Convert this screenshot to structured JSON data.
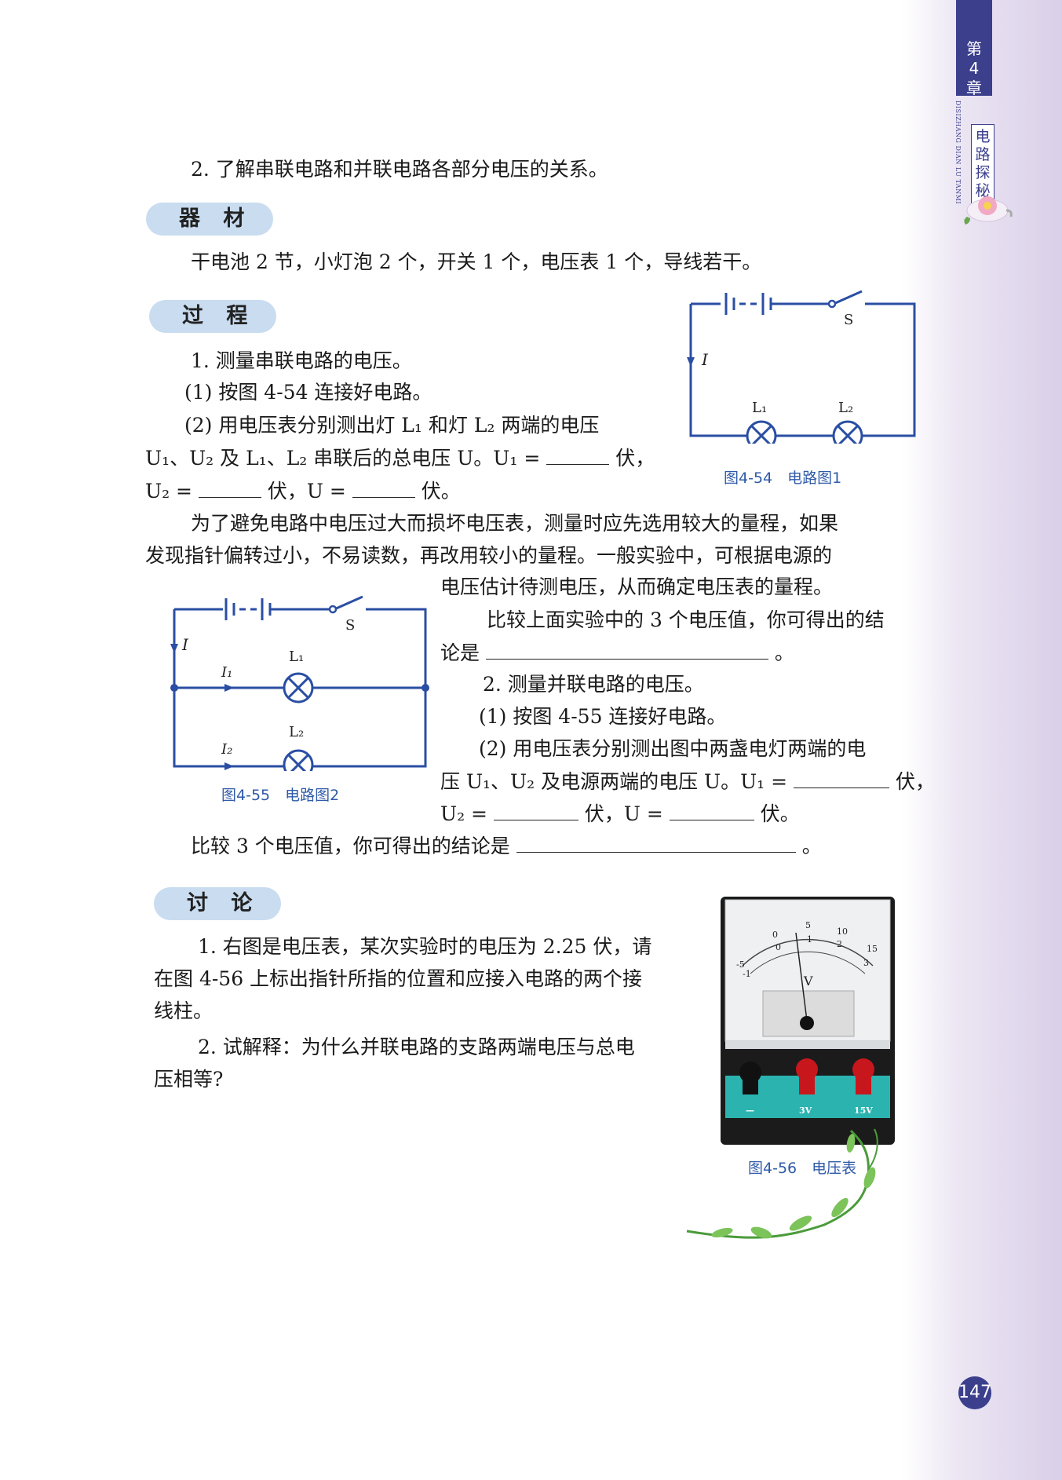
{
  "side": {
    "chapter": [
      "第",
      "4",
      "章"
    ],
    "title": [
      "电",
      "路",
      "探",
      "秘"
    ],
    "pinyin": "DISIZHANG DIAN LU TANMI",
    "page_number": "147"
  },
  "objective2": "2. 了解串联电路和并联电路各部分电压的关系。",
  "sections": {
    "equipment": "器 材",
    "process": "过 程",
    "discussion": "讨 论"
  },
  "equipment_text": "干电池 2 节，小灯泡 2 个，开关 1 个，电压表 1 个，导线若干。",
  "series": {
    "heading": "1. 测量串联电路的电压。",
    "step1": "(1) 按图 4-54 连接好电路。",
    "step2_line1": "(2) 用电压表分别测出灯 L₁ 和灯 L₂ 两端的电压",
    "step2_line2_a": "U₁、U₂ 及 L₁、L₂ 串联后的总电压 U。U₁ =",
    "unit": "伏，",
    "step2_line3_a": "U₂ =",
    "step2_line3_b": "伏，U =",
    "unit_end": "伏。"
  },
  "advice": {
    "line1": "为了避免电路中电压过大而损坏电压表，测量时应先选用较大的量程，如果",
    "line2": "发现指针偏转过小，不易读数，再改用较小的量程。一般实验中，可根据电源的",
    "line3": "电压估计待测电压，从而确定电压表的量程。"
  },
  "compare_series": {
    "line1": "比较上面实验中的 3 个电压值，你可得出的结",
    "line2_a": "论是",
    "line2_b": "。"
  },
  "parallel": {
    "heading": "2. 测量并联电路的电压。",
    "step1": "(1) 按图 4-55 连接好电路。",
    "step2_line1": "(2) 用电压表分别测出图中两盏电灯两端的电",
    "step2_line2_a": "压 U₁、U₂ 及电源两端的电压 U。U₁ =",
    "step2_line2_b": "伏，",
    "step2_line3_a": "U₂ =",
    "step2_line3_b": "伏，U =",
    "step2_line3_c": "伏。"
  },
  "compare_parallel": {
    "text_a": "比较 3 个电压值，你可得出的结论是",
    "text_b": "。"
  },
  "discussion": {
    "q1_line1": "1. 右图是电压表，某次实验时的电压为 2.25 伏，请",
    "q1_line2": "在图 4-56 上标出指针所指的位置和应接入电路的两个接",
    "q1_line3": "线柱。",
    "q2_line1": "2. 试解释：为什么并联电路的支路两端电压与总电",
    "q2_line2": "压相等?"
  },
  "figures": {
    "fig54": {
      "caption": "图4-54　电路图1",
      "labels": {
        "switch": "S",
        "current": "I",
        "lamp1": "L₁",
        "lamp2": "L₂"
      }
    },
    "fig55": {
      "caption": "图4-55　电路图2",
      "labels": {
        "switch": "S",
        "current": "I",
        "i1": "I₁",
        "i2": "I₂",
        "lamp1": "L₁",
        "lamp2": "L₂"
      }
    },
    "fig56": {
      "caption": "图4-56　电压表",
      "dial_top": [
        "0",
        "5",
        "10",
        "15"
      ],
      "dial_bottom": [
        "-1",
        "0",
        "1",
        "2",
        "3"
      ],
      "dial_top_left": "-5",
      "unit_symbol": "V",
      "terminals": [
        "—",
        "3V",
        "15V"
      ]
    }
  },
  "colors": {
    "circuit_blue": "#2a4ea3",
    "caption_blue": "#2f5aa8",
    "section_bg": "#c9dcf0",
    "chapter_tab": "#3b3f8c",
    "terminal_panel": "#2bb3b0",
    "terminal_red": "#c8161d"
  }
}
